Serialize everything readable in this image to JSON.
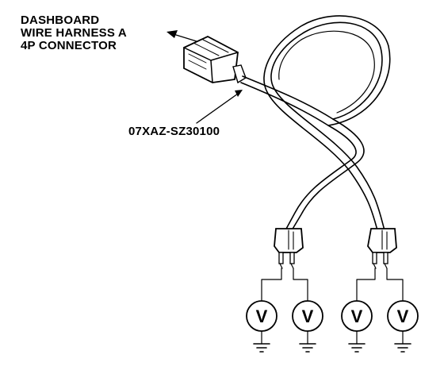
{
  "callouts": {
    "connector": [
      "DASHBOARD",
      "WIRE HARNESS A",
      "4P CONNECTOR"
    ],
    "part_number": "07XAZ-SZ30100"
  },
  "meters": [
    {
      "name": "voltmeter-1",
      "symbol": "V"
    },
    {
      "name": "voltmeter-2",
      "symbol": "V"
    },
    {
      "name": "voltmeter-3",
      "symbol": "V"
    },
    {
      "name": "voltmeter-4",
      "symbol": "V"
    }
  ]
}
